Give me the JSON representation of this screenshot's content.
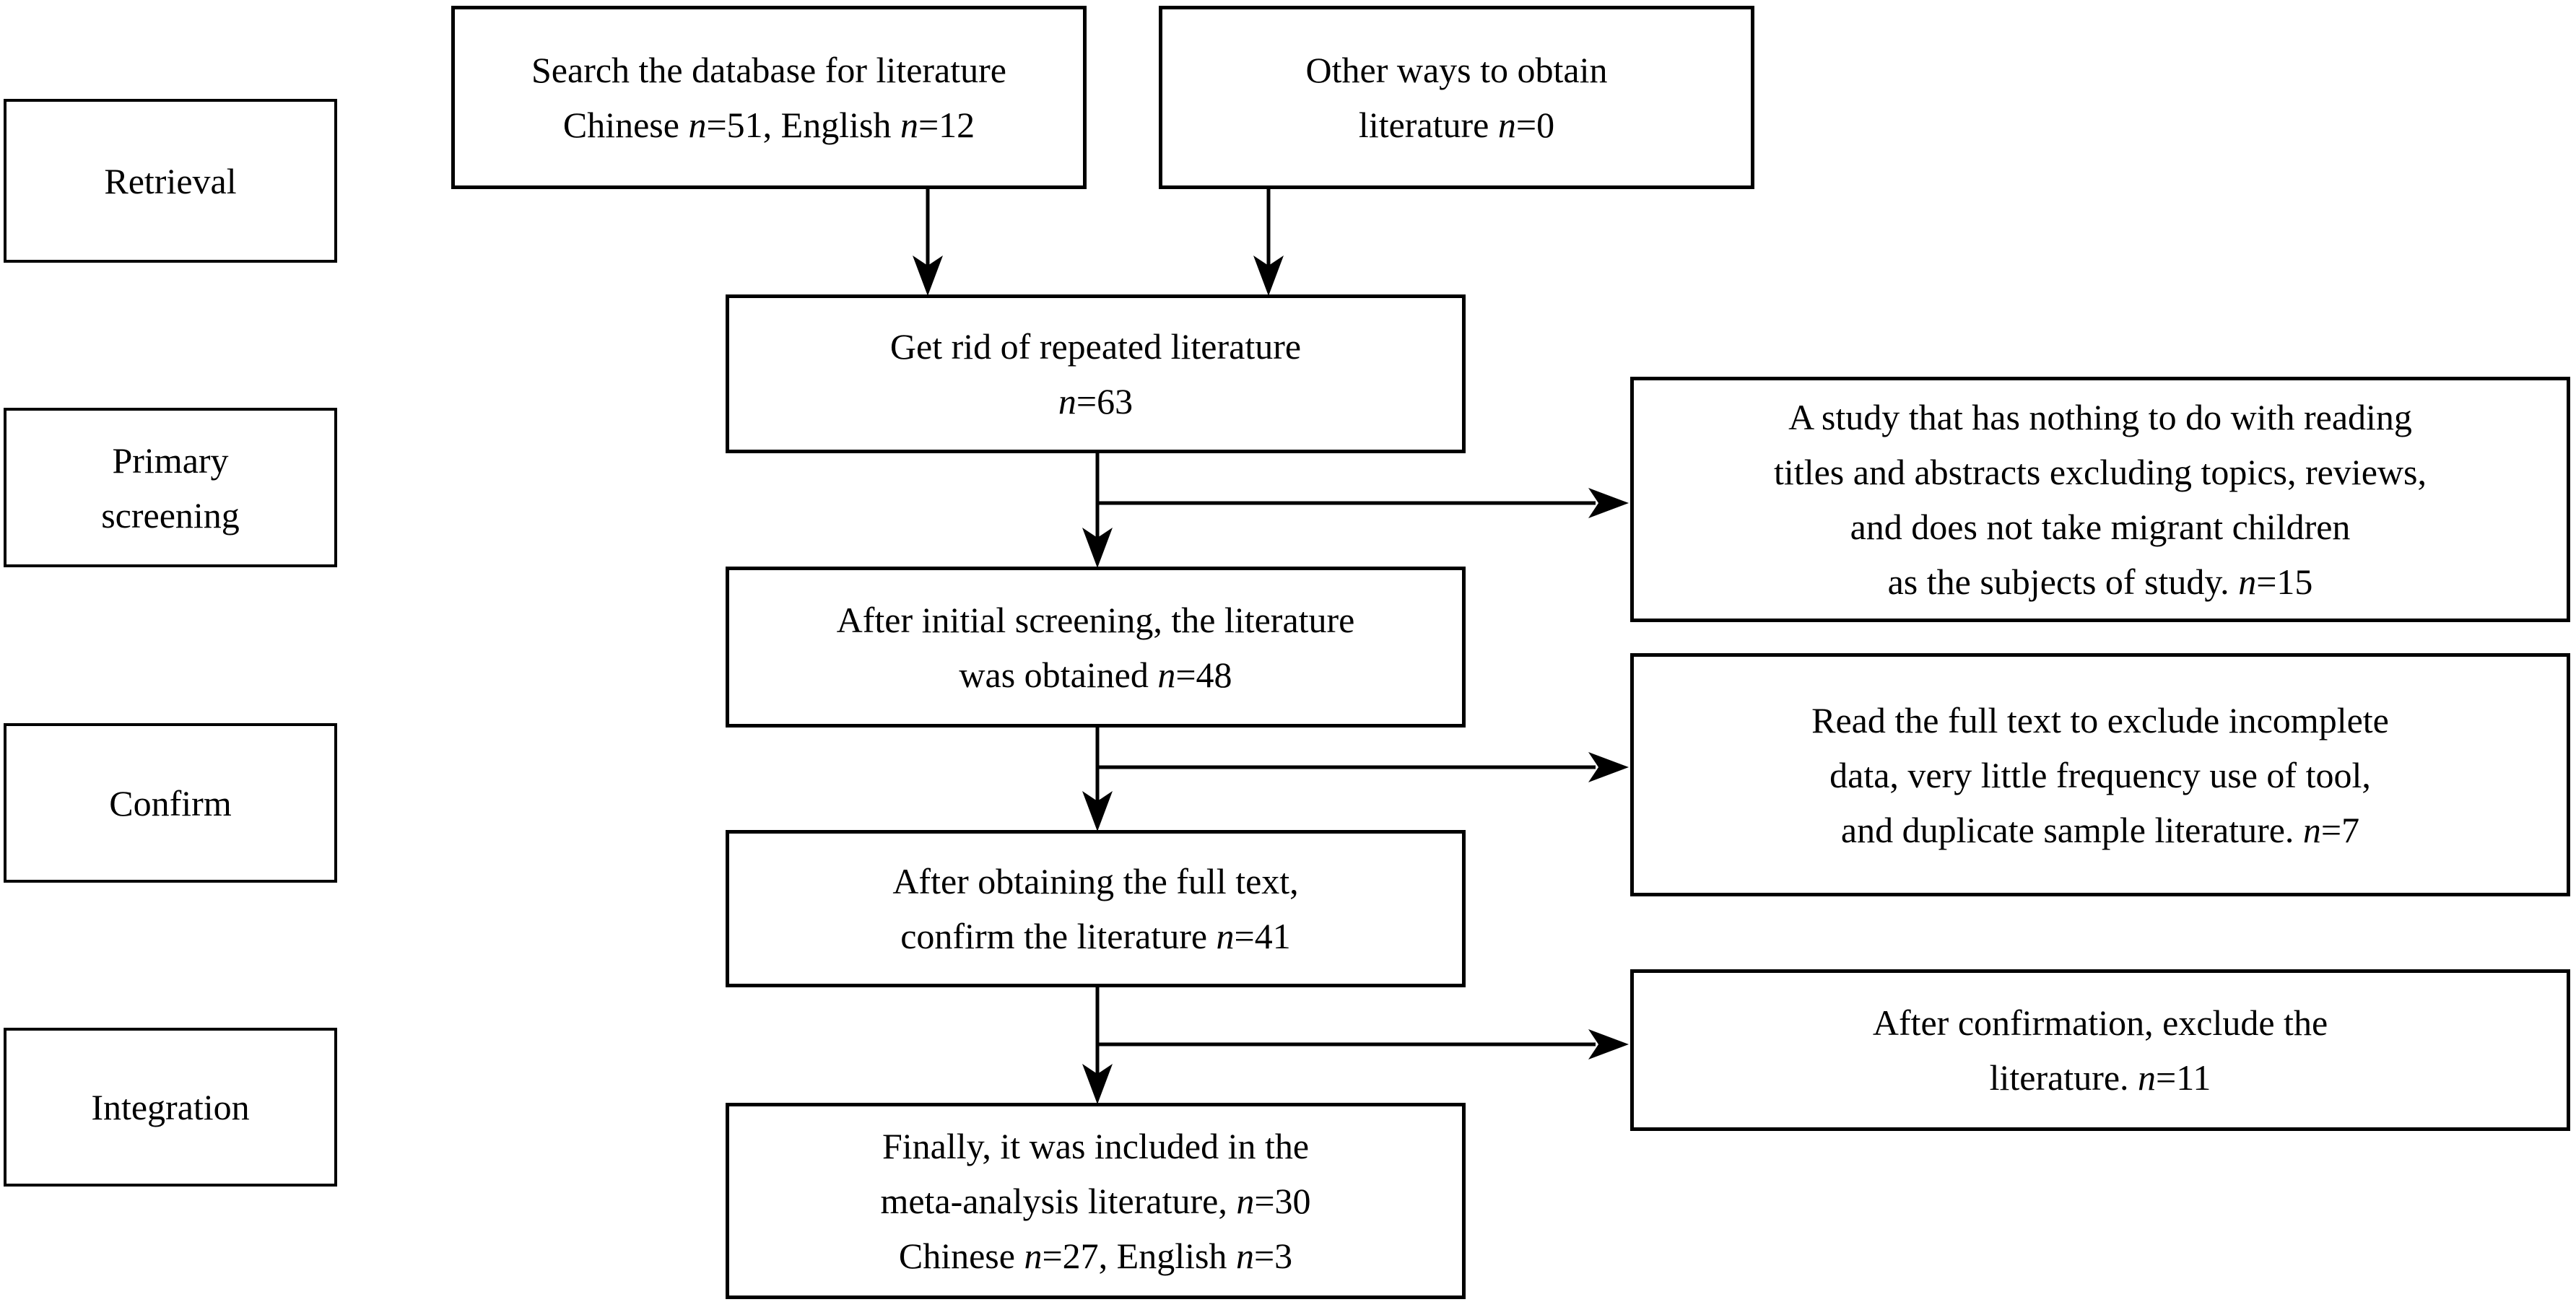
{
  "figure": {
    "kind": "literature-screening-flowchart",
    "colors": {
      "ink": "#000000",
      "paper": "#ffffff"
    }
  },
  "stage_labels": {
    "retrieval": {
      "lines": [
        [
          {
            "t": "Retrieval"
          }
        ]
      ]
    },
    "primary": {
      "lines": [
        [
          {
            "t": "Primary"
          }
        ],
        [
          {
            "t": "screening"
          }
        ]
      ]
    },
    "confirm": {
      "lines": [
        [
          {
            "t": "Confirm"
          }
        ]
      ]
    },
    "integration": {
      "lines": [
        [
          {
            "t": "Integration"
          }
        ]
      ]
    }
  },
  "boxes": {
    "search_database": {
      "lines": [
        [
          {
            "t": "Search the database for literature"
          }
        ],
        [
          {
            "t": "Chinese "
          },
          {
            "t": "n",
            "i": 1
          },
          {
            "t": "=51, English "
          },
          {
            "t": "n",
            "i": 1
          },
          {
            "t": "=12"
          }
        ]
      ]
    },
    "other_ways": {
      "lines": [
        [
          {
            "t": "Other ways to obtain"
          }
        ],
        [
          {
            "t": "literature "
          },
          {
            "t": "n",
            "i": 1
          },
          {
            "t": "=0"
          }
        ]
      ]
    },
    "deduplicate": {
      "lines": [
        [
          {
            "t": "Get rid of repeated literature"
          }
        ],
        [
          {
            "t": "n",
            "i": 1
          },
          {
            "t": "=63"
          }
        ]
      ]
    },
    "initial_screening": {
      "lines": [
        [
          {
            "t": "After initial screening, the literature"
          }
        ],
        [
          {
            "t": "was obtained "
          },
          {
            "t": "n",
            "i": 1
          },
          {
            "t": "=48"
          }
        ]
      ]
    },
    "full_text": {
      "lines": [
        [
          {
            "t": "After obtaining the full text,"
          }
        ],
        [
          {
            "t": "confirm the literature "
          },
          {
            "t": "n",
            "i": 1
          },
          {
            "t": "=41"
          }
        ]
      ]
    },
    "final_included": {
      "lines": [
        [
          {
            "t": "Finally, it was included in the"
          }
        ],
        [
          {
            "t": "meta-analysis literature, "
          },
          {
            "t": "n",
            "i": 1
          },
          {
            "t": "=30"
          }
        ],
        [
          {
            "t": "Chinese "
          },
          {
            "t": "n",
            "i": 1
          },
          {
            "t": "=27, English "
          },
          {
            "t": "n",
            "i": 1
          },
          {
            "t": "=3"
          }
        ]
      ]
    },
    "exclusion_titles": {
      "lines": [
        [
          {
            "t": "A study that has nothing to do with reading"
          }
        ],
        [
          {
            "t": "titles and abstracts excluding topics, reviews,"
          }
        ],
        [
          {
            "t": "and does not take migrant children"
          }
        ],
        [
          {
            "t": "as the subjects of study. "
          },
          {
            "t": "n",
            "i": 1
          },
          {
            "t": "=15"
          }
        ]
      ]
    },
    "exclusion_full_text": {
      "lines": [
        [
          {
            "t": "Read the full text to exclude incomplete"
          }
        ],
        [
          {
            "t": "data, very little frequency use of tool,"
          }
        ],
        [
          {
            "t": "and duplicate sample literature. "
          },
          {
            "t": "n",
            "i": 1
          },
          {
            "t": "=7"
          }
        ]
      ]
    },
    "exclusion_confirm": {
      "lines": [
        [
          {
            "t": "After confirmation, exclude the"
          }
        ],
        [
          {
            "t": "literature. "
          },
          {
            "t": "n",
            "i": 1
          },
          {
            "t": "=11"
          }
        ]
      ]
    }
  }
}
